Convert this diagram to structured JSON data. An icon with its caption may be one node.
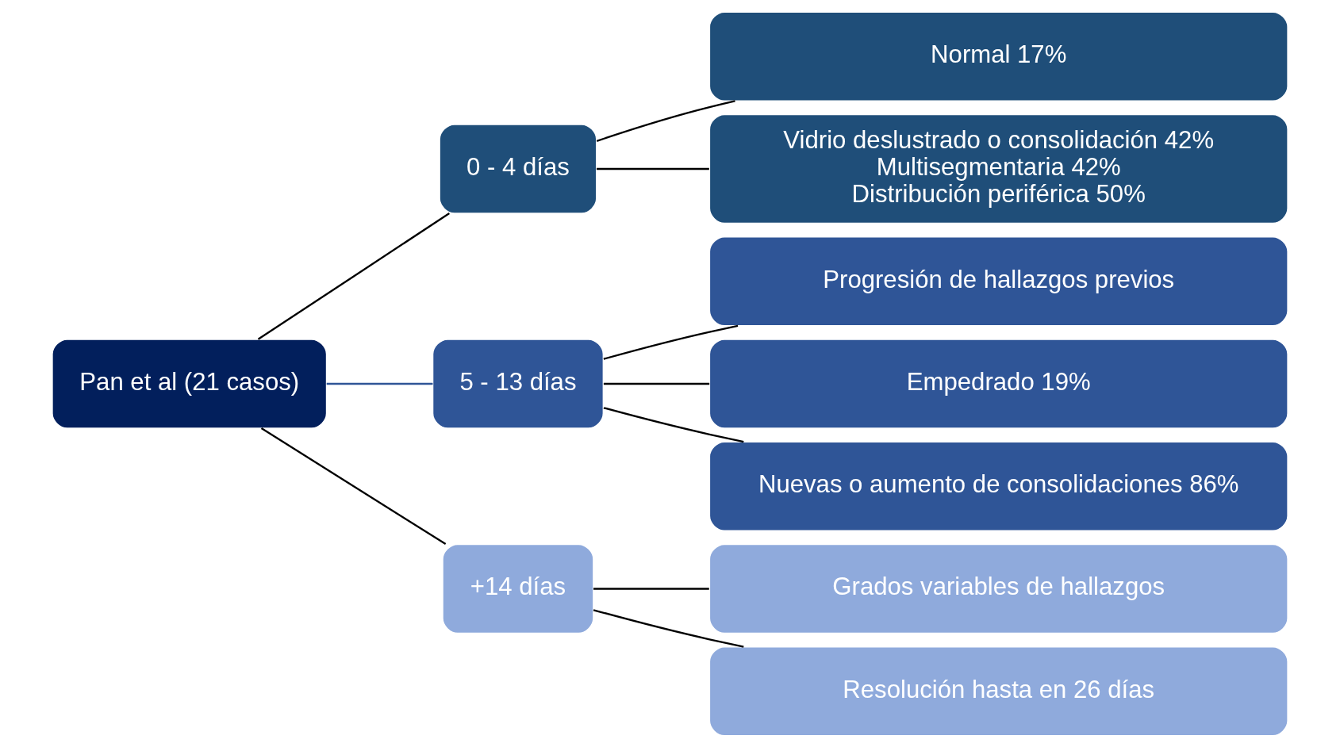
{
  "diagram": {
    "nodes": [
      {
        "text": [
          "Pan et al (21 casos)"
        ]
      },
      {
        "text": [
          "0 - 4 días"
        ]
      },
      {
        "text": [
          "Normal 17%"
        ]
      },
      {
        "text": [
          "Vidrio deslustrado o consolidación 42%",
          "Multisegmentaria 42%",
          "Distribución periférica 50%"
        ]
      },
      {
        "text": [
          "5 - 13 días"
        ]
      },
      {
        "text": [
          "Progresión de hallazgos previos"
        ]
      },
      {
        "text": [
          "Empedrado 19%"
        ]
      },
      {
        "text": [
          "Nuevas o aumento de consolidaciones 86%"
        ]
      },
      {
        "text": [
          "+14 días"
        ]
      },
      {
        "text": [
          "Grados variables de hallazgos"
        ]
      },
      {
        "text": [
          "Resolución hasta en 26 días"
        ]
      }
    ],
    "edges": [
      {
        "from": 0,
        "to": 1,
        "arrow": "none"
      },
      {
        "from": 0,
        "to": 4,
        "arrow": "none",
        "color": "#2f5597"
      },
      {
        "from": 0,
        "to": 8,
        "arrow": "none"
      },
      {
        "from": 1,
        "to": 2,
        "arrow": "none"
      },
      {
        "from": 1,
        "to": 3,
        "arrow": "none"
      },
      {
        "from": 4,
        "to": 5,
        "arrow": "none"
      },
      {
        "from": 4,
        "to": 6,
        "arrow": "none"
      },
      {
        "from": 4,
        "to": 7,
        "arrow": "none"
      },
      {
        "from": 8,
        "to": 9,
        "arrow": "none"
      },
      {
        "from": 8,
        "to": 10,
        "arrow": "none"
      }
    ]
  }
}
